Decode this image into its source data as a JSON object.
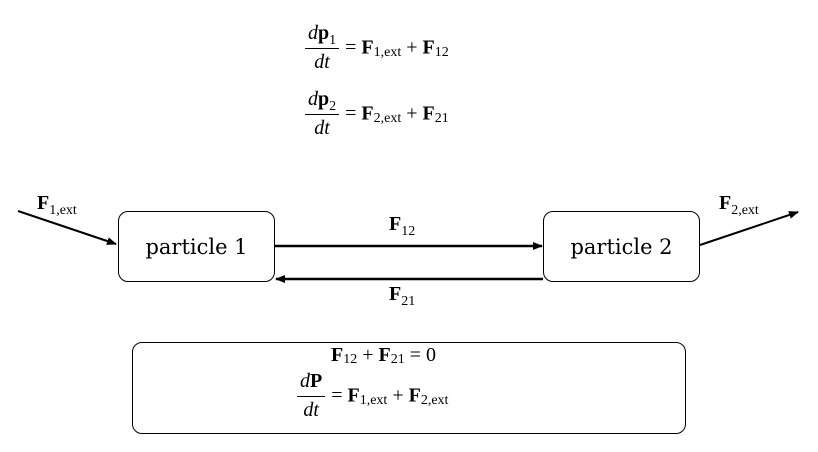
{
  "equations": {
    "eq1": {
      "num_d": "d",
      "num_var": "p",
      "num_sub": "1",
      "den": "dt",
      "rhs_a": "F",
      "rhs_a_sub": "1,ext",
      "plus": "+",
      "rhs_b": "F",
      "rhs_b_sub": "12",
      "eq": "="
    },
    "eq2": {
      "num_d": "d",
      "num_var": "p",
      "num_sub": "2",
      "den": "dt",
      "rhs_a": "F",
      "rhs_a_sub": "2,ext",
      "plus": "+",
      "rhs_b": "F",
      "rhs_b_sub": "21",
      "eq": "="
    }
  },
  "nodes": {
    "particle1": "particle 1",
    "particle2": "particle 2"
  },
  "forces": {
    "f1ext": {
      "sym": "F",
      "sub": "1,ext"
    },
    "f2ext": {
      "sym": "F",
      "sub": "2,ext"
    },
    "f12": {
      "sym": "F",
      "sub": "12"
    },
    "f21": {
      "sym": "F",
      "sub": "21"
    }
  },
  "summary": {
    "line1": {
      "a": "F",
      "a_sub": "12",
      "plus": "+",
      "b": "F",
      "b_sub": "21",
      "eq": "=",
      "rhs": "0"
    },
    "line2": {
      "num_d": "d",
      "num_var": "P",
      "den": "dt",
      "eq": "=",
      "a": "F",
      "a_sub": "1,ext",
      "plus": "+",
      "b": "F",
      "b_sub": "2,ext"
    }
  },
  "colors": {
    "ink": "#000000",
    "background": "#ffffff"
  }
}
